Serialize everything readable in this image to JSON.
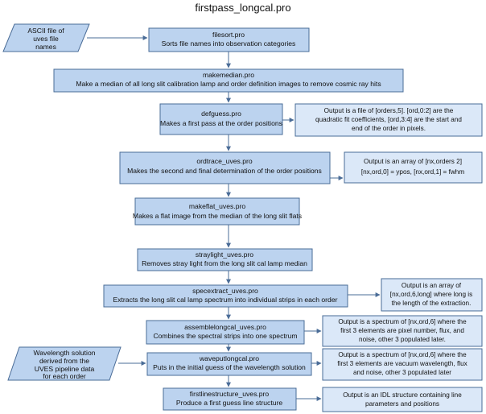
{
  "title": "firstpass_longcal.pro",
  "colors": {
    "box_fill": "#bcd3ef",
    "box_fill_light": "#dbe8f8",
    "box_stroke": "#4a6c97",
    "arrow": "#4a6c97",
    "text": "#111111"
  },
  "input_ascii": {
    "line1": "ASCII file of",
    "line2": "uves file",
    "line3": "names"
  },
  "input_wavelength": {
    "line1": "Wavelength solution",
    "line2": "derived from the",
    "line3": "UVES pipeline data",
    "line4": "for each order"
  },
  "steps": [
    {
      "name": "filesort.pro",
      "desc": "Sorts file names into observation categories"
    },
    {
      "name": "makemedian.pro",
      "desc": "Make a median of all long slit calibration lamp and order definition  images  to remove cosmic ray hits"
    },
    {
      "name": "defguess.pro",
      "desc": "Makes a first pass at the order positions"
    },
    {
      "name": "ordtrace_uves.pro",
      "desc": "Makes the second and final determination of the order positions"
    },
    {
      "name": "makeflat_uves.pro",
      "desc": "Makes a flat image from the median of the long slit flats"
    },
    {
      "name": "straylight_uves.pro",
      "desc": "Removes stray light from the long slit cal lamp median"
    },
    {
      "name": "specextract_uves.pro",
      "desc": "Extracts the long slit cal lamp spectrum into individual strips in each order"
    },
    {
      "name": "assemblelongcal_uves.pro",
      "desc": "Combines the spectral strips into one spectrum"
    },
    {
      "name": "waveputlongcal.pro",
      "desc": "Puts in the initial guess of the wavelength solution"
    },
    {
      "name": "firstlinestructure_uves.pro",
      "desc": "Produce a first guess line structure"
    }
  ],
  "notes": {
    "defguess": {
      "line1": "Output is a file of [orders,5]. [ord,0:2] are the",
      "line2": "quadratic fit coefficients, [ord,3:4] are the start and",
      "line3": "end of the order in pixels."
    },
    "ordtrace": {
      "line1": "Output is an array of [nx,orders 2]",
      "line2": "[nx,ord,0] = ypos, [nx,ord,1] = fwhm"
    },
    "specextract": {
      "line1": "Output is an array of",
      "line2": "[nx,ord,6,long] where long is",
      "line3": "the length of the extraction."
    },
    "assemble": {
      "line1": "Output is a spectrum of [nx,ord,6] where the",
      "line2": "first 3 elements are pixel number, flux, and",
      "line3": "noise, other 3 populated later."
    },
    "waveput": {
      "line1": "Output is a spectrum of [nx,ord,6] where the",
      "line2": "first 3  elements are vacuum wavelength, flux",
      "line3": "and noise, other 3 populated later"
    },
    "linestructure": {
      "line1": "Output is an IDL structure containing line",
      "line2": "parameters and positions"
    }
  }
}
